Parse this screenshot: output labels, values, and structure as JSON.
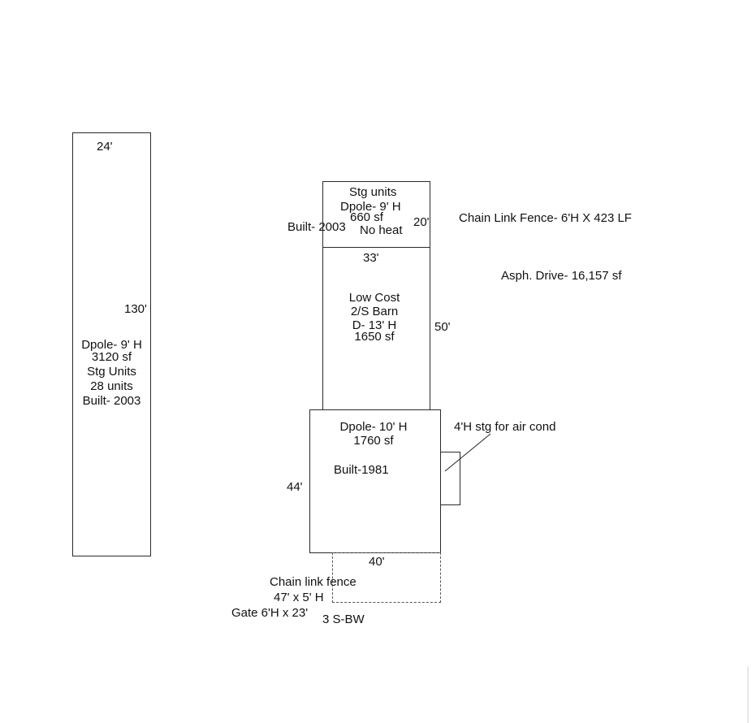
{
  "storage_building": {
    "width_label": "24'",
    "length_label": "130'",
    "notes": [
      "Dpole- 9' H",
      "3120 sf",
      "Stg Units",
      "28 units",
      "Built- 2003"
    ]
  },
  "top_stg_units": {
    "title": "Stg units",
    "line2": "Dpole- 9' H",
    "line3": "660 sf",
    "no_heat": "No heat",
    "built": "Built- 2003",
    "depth_label": "20'"
  },
  "barn": {
    "width_label": "33'",
    "length_label": "50'",
    "notes": [
      "Low Cost",
      "2/S Barn",
      "D- 13' H",
      "1650 sf"
    ]
  },
  "main_building": {
    "notes": [
      "Dpole- 10' H",
      "1760 sf"
    ],
    "built": "Built-1981",
    "depth_label": "44'",
    "width_label": "40'",
    "air_cond_label": "4'H stg for air cond"
  },
  "site_notes": {
    "fence": "Chain Link Fence- 6'H X 423 LF",
    "drive": "Asph. Drive- 16,157 sf"
  },
  "bottom_notes": {
    "line1": "Chain link fence",
    "line2": "47' x 5' H",
    "line3": "Gate 6'H x 23'",
    "bw": "3 S-BW"
  }
}
